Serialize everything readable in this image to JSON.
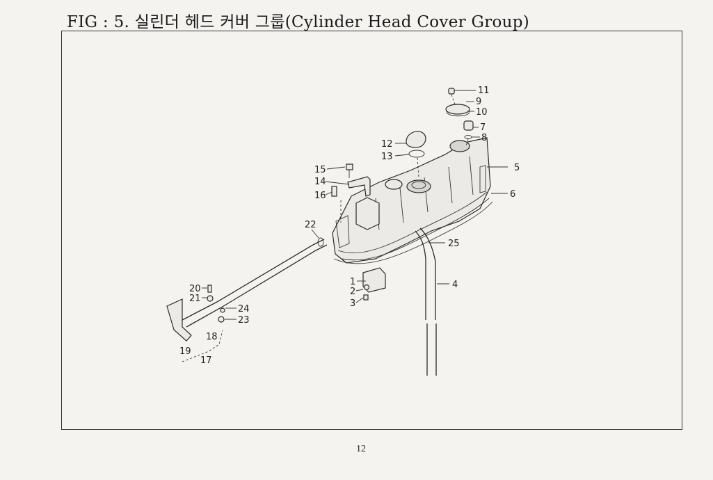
{
  "header": {
    "title": "FIG : 5. 실린더 헤드 커버 그룹(Cylinder Head Cover Group)"
  },
  "diagram": {
    "callouts": {
      "c1": "1",
      "c2": "2",
      "c3": "3",
      "c4": "4",
      "c5": "5",
      "c6": "6",
      "c7": "7",
      "c8": "8",
      "c9": "9",
      "c10": "10",
      "c11": "11",
      "c12": "12",
      "c13": "13",
      "c14": "14",
      "c15": "15",
      "c16": "16",
      "c17": "17",
      "c18": "18",
      "c19": "19",
      "c20": "20",
      "c21": "21",
      "c22": "22",
      "c23": "23",
      "c24": "24",
      "c25": "25"
    }
  },
  "footer": {
    "page_number": "12"
  }
}
